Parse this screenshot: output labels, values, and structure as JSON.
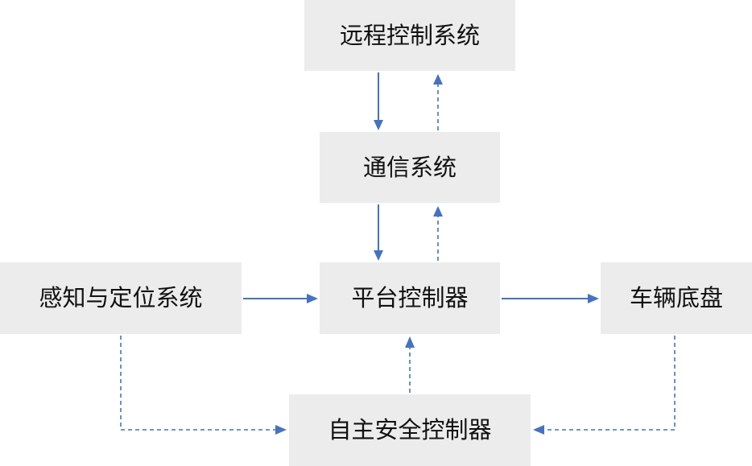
{
  "nodes": {
    "remote_control": "远程控制系统",
    "communication": "通信系统",
    "perception": "感知与定位系统",
    "platform_controller": "平台控制器",
    "chassis": "车辆底盘",
    "safety_controller": "自主安全控制器"
  },
  "colors": {
    "node_fill": "#ececec",
    "edge": "#4472c4",
    "text": "#111111"
  },
  "edges": [
    {
      "from": "remote_control",
      "to": "communication",
      "style": "solid"
    },
    {
      "from": "communication",
      "to": "remote_control",
      "style": "dashed"
    },
    {
      "from": "communication",
      "to": "platform_controller",
      "style": "solid"
    },
    {
      "from": "platform_controller",
      "to": "communication",
      "style": "dashed"
    },
    {
      "from": "perception",
      "to": "platform_controller",
      "style": "solid"
    },
    {
      "from": "platform_controller",
      "to": "chassis",
      "style": "solid"
    },
    {
      "from": "safety_controller",
      "to": "platform_controller",
      "style": "dashed"
    },
    {
      "from": "perception",
      "to": "safety_controller",
      "style": "dashed"
    },
    {
      "from": "chassis",
      "to": "safety_controller",
      "style": "dashed"
    }
  ]
}
